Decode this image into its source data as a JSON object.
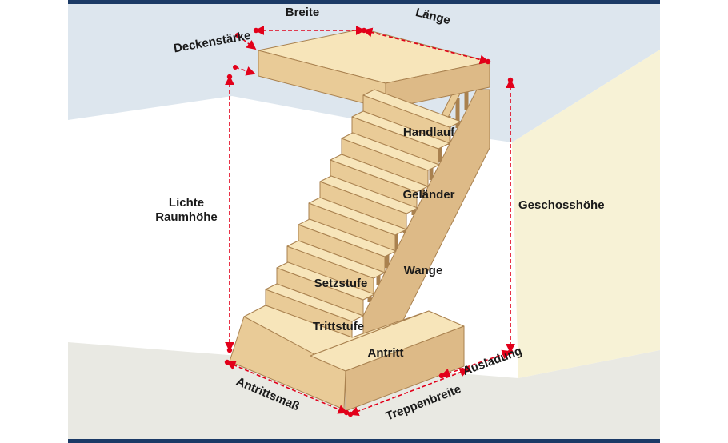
{
  "diagram": {
    "dimension_labels": {
      "breite": "Breite",
      "laenge": "Länge",
      "deckenstaerke": "Deckenstärke",
      "lichte_raumhoehe_line1": "Lichte",
      "lichte_raumhoehe_line2": "Raumhöhe",
      "geschosshoehe": "Geschosshöhe",
      "antrittsmass": "Antrittsmaß",
      "treppenbreite": "Treppenbreite",
      "ausladung": "Ausladung"
    },
    "part_labels": {
      "handlauf": "Handlauf",
      "gelaender": "Geländer",
      "wange": "Wange",
      "setzstufe": "Setzstufe",
      "trittstufe": "Trittstufe",
      "antritt": "Antritt"
    },
    "colors": {
      "dimension_red": "#e2001a",
      "wood_light": "#f7e5ba",
      "wood_mid": "#e9cb97",
      "wood_dark": "#ddba87",
      "wall_blue": "#dde6ee",
      "wall_yellow": "#f7f2d6",
      "floor_grey": "#e9e9e3",
      "frame_navy": "#1b3a66",
      "label_black": "#1a1a1a"
    }
  }
}
